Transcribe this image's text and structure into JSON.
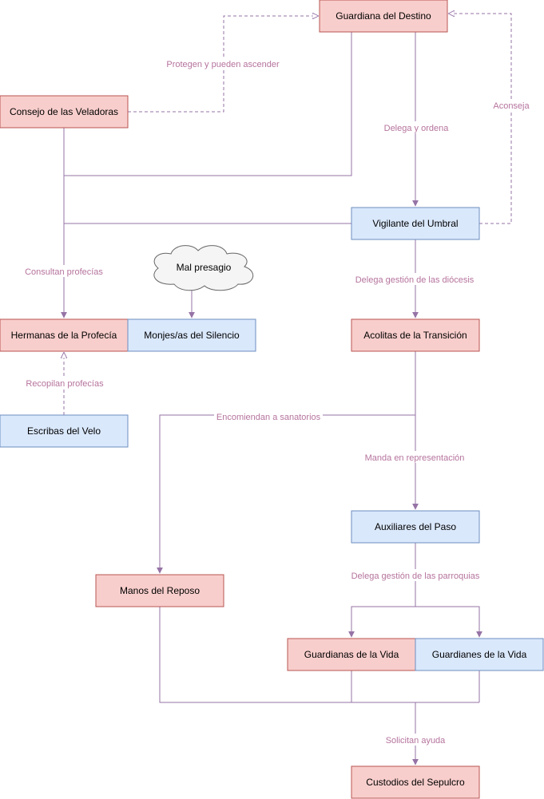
{
  "colors": {
    "red_fill": "#f8cecc",
    "red_stroke": "#b85450",
    "blue_fill": "#dae8fc",
    "blue_stroke": "#6c8ebf",
    "edge": "#9673a6",
    "label": "#b5739d",
    "cloud_fill": "#f5f5f5",
    "cloud_stroke": "#666666"
  },
  "nodes": {
    "guardiana_destino": "Guardiana del Destino",
    "consejo_veladoras": "Consejo de las Veladoras",
    "vigilante_umbral": "Vigilante del Umbral",
    "mal_presagio": "Mal presagio",
    "hermanas_profecia": "Hermanas de la Profecía",
    "monjes_silencio": "Monjes/as del Silencio",
    "acolitas_transicion": "Acolitas de la Transición",
    "escribas_velo": "Escribas del Velo",
    "auxiliares_paso": "Auxiliares del Paso",
    "manos_reposo": "Manos del Reposo",
    "guardianas_vida": "Guardianas de la Vida",
    "guardianes_vida": "Guardianes de la Vida",
    "custodios_sepulcro": "Custodios del Sepulcro"
  },
  "edge_labels": {
    "protegen": "Protegen y pueden ascender",
    "delega_ordena": "Delega y ordena",
    "aconseja": "Aconseja",
    "consultan": "Consultan profecías",
    "delega_diocesis": "Delega gestión de las diócesis",
    "recopilan": "Recopilan profecías",
    "encomiendan": "Encomiendan a sanatorios",
    "manda": "Manda en representación",
    "delega_parroquias": "Delega gestión de las parroquias",
    "solicitan": "Solicitan ayuda"
  }
}
